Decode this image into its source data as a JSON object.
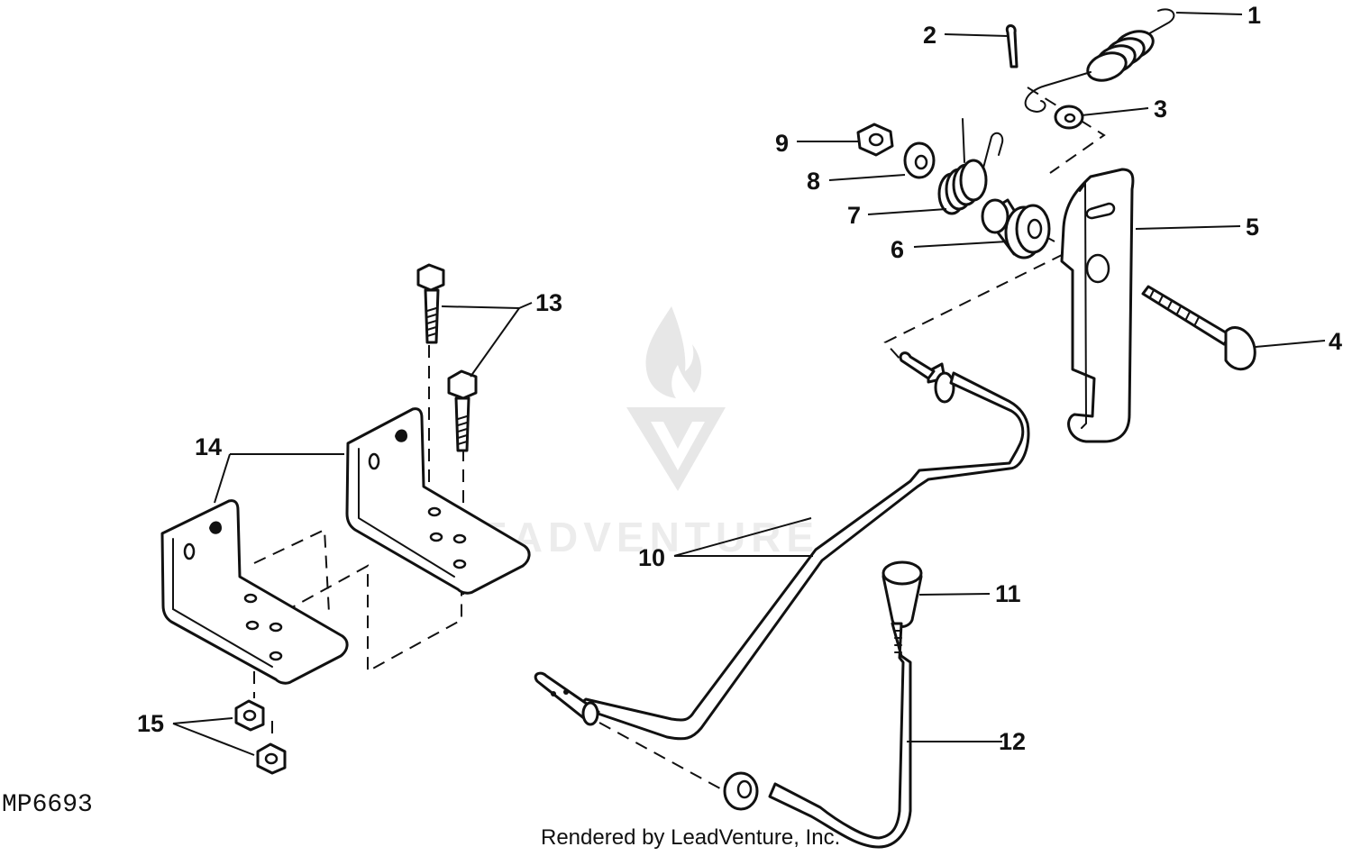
{
  "diagram": {
    "id_code": "MP6693",
    "credit": "Rendered by LeadVenture, Inc.",
    "watermark": "LEADVENTURE"
  },
  "callouts": [
    {
      "num": "1"
    },
    {
      "num": "2"
    },
    {
      "num": "3"
    },
    {
      "num": "4"
    },
    {
      "num": "5"
    },
    {
      "num": "6"
    },
    {
      "num": "7"
    },
    {
      "num": "8"
    },
    {
      "num": "9"
    },
    {
      "num": "10"
    },
    {
      "num": "11"
    },
    {
      "num": "12"
    },
    {
      "num": "13"
    },
    {
      "num": "14"
    },
    {
      "num": "15"
    }
  ]
}
